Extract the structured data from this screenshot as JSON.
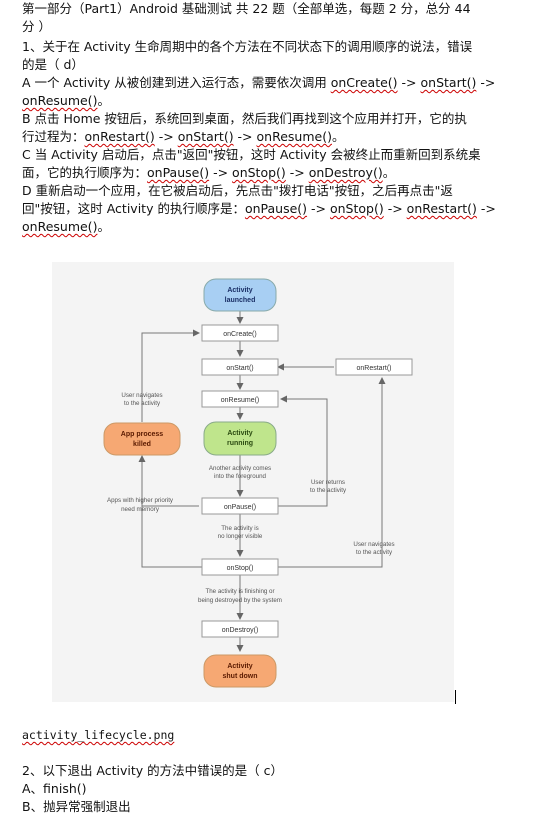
{
  "doc": {
    "header_line1": "第一部分（Part1）Android 基础测试 共 22 题（全部单选，每题 2 分，总分 44",
    "header_line2": "分 ）",
    "q1": {
      "stem_line1": "1、关于在 Activity 生命周期中的各个方法在不同状态下的调用顺序的说法，错误",
      "stem_line2": "的是（  d）",
      "a_line1_prefix": "A 一个 Activity 从被创建到进入运行态，需要依次调用 ",
      "a_m1": "onCreate()",
      "a_sep1": " -> ",
      "a_m2": "onStart()",
      "a_sep2": " ->",
      "a_m3": "onResume()",
      "a_end": "。",
      "b_line1": "B 点击 Home 按钮后，系统回到桌面，然后我们再找到这个应用并打开，它的执",
      "b_line2_prefix": "行过程为：",
      "b_m1": "onRestart()",
      "b_sep1": " -> ",
      "b_m2": "onStart()",
      "b_sep2": " -> ",
      "b_m3": "onResume()",
      "b_end": "。",
      "c_line1": "C 当 Activity 启动后，点击\"返回\"按钮，这时 Activity 会被终止而重新回到系统桌",
      "c_line2_prefix": "面，它的执行顺序为：",
      "c_m1": "onPause()",
      "c_sep1": " -> ",
      "c_m2": "onStop()",
      "c_sep2": " -> ",
      "c_m3": "onDestroy()",
      "c_end": "。",
      "d_line1": "D 重新启动一个应用，在它被启动后，先点击\"拨打电话\"按钮，之后再点击\"返",
      "d_line2_prefix": "回\"按钮，这时 Activity 的执行顺序是：",
      "d_m1": "onPause()",
      "d_sep1": " -> ",
      "d_m2": "onStop()",
      "d_sep2": " -> ",
      "d_m3": "onRestart()",
      "d_sep3": " ->",
      "d_m4": "onResume()",
      "d_end": "。"
    },
    "image_caption": "activity_lifecycle.png",
    "q2": {
      "stem": "2、以下退出 Activity 的方法中错误的是（  c）",
      "a": "A、finish()",
      "b": "B、抛异常强制退出"
    }
  },
  "diagram": {
    "colors": {
      "blue": "#a8cff3",
      "green": "#bfe58c",
      "orange": "#f6a873",
      "box": "#ffffff",
      "stroke": "#888888"
    },
    "nodes": {
      "launched_1": "Activity",
      "launched_2": "launched",
      "oncreate": "onCreate()",
      "onstart": "onStart()",
      "onrestart": "onRestart()",
      "onresume": "onResume()",
      "running_1": "Activity",
      "running_2": "running",
      "killed_1": "App process",
      "killed_2": "killed",
      "onpause": "onPause()",
      "onstop": "onStop()",
      "ondestroy": "onDestroy()",
      "shutdown_1": "Activity",
      "shutdown_2": "shut down"
    },
    "labels": {
      "user_nav_1": "User navigates",
      "user_nav_2": "to the activity",
      "another_1": "Another activity comes",
      "another_2": "into the foreground",
      "returns_1": "User returns",
      "returns_2": "to the activity",
      "priority_1": "Apps with higher priority",
      "priority_2": "need memory",
      "novis_1": "The activity is",
      "novis_2": "no longer visible",
      "nav2_1": "User navigates",
      "nav2_2": "to the activity",
      "finish_1": "The activity is finishing or",
      "finish_2": "being destroyed by the system"
    }
  }
}
